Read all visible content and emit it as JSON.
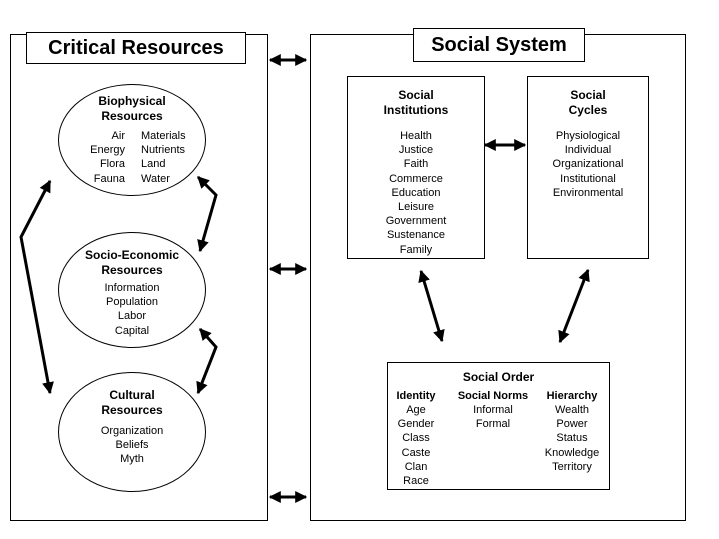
{
  "critical_resources": {
    "title": "Critical Resources",
    "biophysical": {
      "heading": [
        "Biophysical",
        "Resources"
      ],
      "left_items": [
        "Air",
        "Energy",
        "Flora",
        "Fauna"
      ],
      "right_items": [
        "Materials",
        "Nutrients",
        "Land",
        "Water"
      ]
    },
    "socio_economic": {
      "heading": [
        "Socio-Economic",
        "Resources"
      ],
      "items": [
        "Information",
        "Population",
        "Labor",
        "Capital"
      ]
    },
    "cultural": {
      "heading": [
        "Cultural",
        "Resources"
      ],
      "items": [
        "Organization",
        "Beliefs",
        "Myth"
      ]
    }
  },
  "social_system": {
    "title": "Social System",
    "institutions": {
      "heading": [
        "Social",
        "Institutions"
      ],
      "items": [
        "Health",
        "Justice",
        "Faith",
        "Commerce",
        "Education",
        "Leisure",
        "Government",
        "Sustenance",
        "Family"
      ]
    },
    "cycles": {
      "heading": [
        "Social",
        "Cycles"
      ],
      "items": [
        "Physiological",
        "Individual",
        "Organizational",
        "Institutional",
        "Environmental"
      ]
    },
    "order": {
      "heading": "Social Order",
      "identity": {
        "heading": "Identity",
        "items": [
          "Age",
          "Gender",
          "Class",
          "Caste",
          "Clan",
          "Race"
        ]
      },
      "norms": {
        "heading": "Social Norms",
        "items": [
          "Informal",
          "Formal"
        ]
      },
      "hierarchy": {
        "heading": "Hierarchy",
        "items": [
          "Wealth",
          "Power",
          "Status",
          "Knowledge",
          "Territory"
        ]
      }
    }
  }
}
